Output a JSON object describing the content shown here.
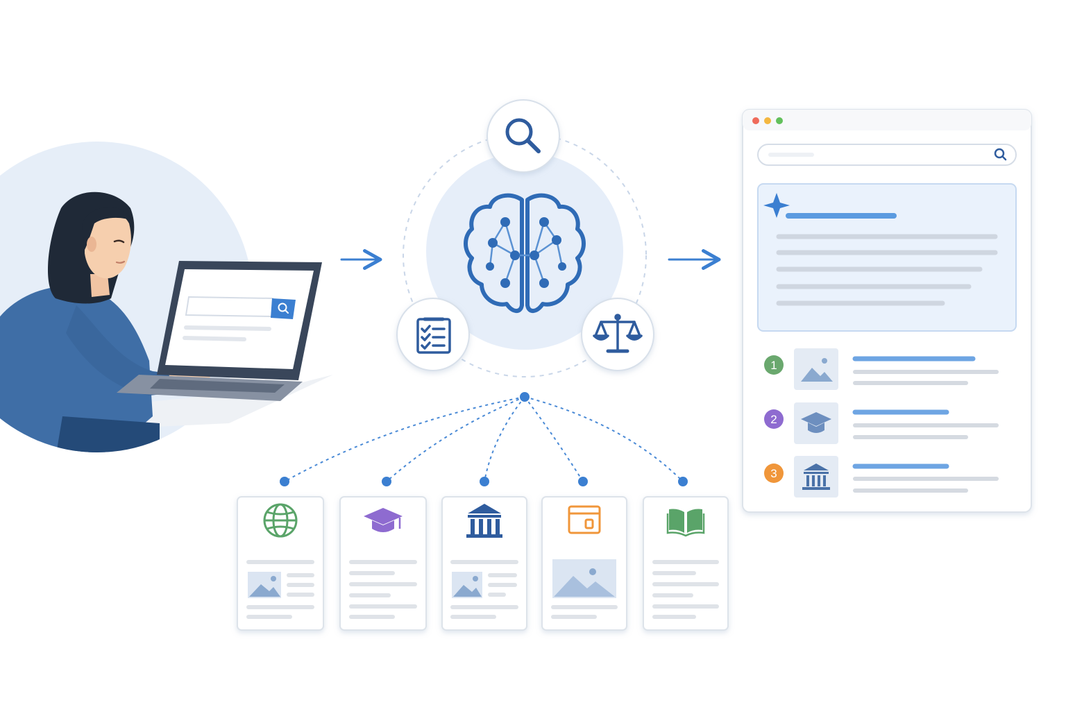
{
  "results_panel": {
    "ranked_results": [
      {
        "rank": "1",
        "rank_color": "#6aa86e",
        "thumbnail_icon": "image-icon"
      },
      {
        "rank": "2",
        "rank_color": "#8e6bd0",
        "thumbnail_icon": "graduation-cap-icon"
      },
      {
        "rank": "3",
        "rank_color": "#f0963a",
        "thumbnail_icon": "institution-icon"
      }
    ]
  },
  "sources": [
    {
      "icon": "globe-icon",
      "color": "#5aa469"
    },
    {
      "icon": "graduation-cap-icon",
      "color": "#8e6bd0"
    },
    {
      "icon": "institution-icon",
      "color": "#2f5c9e"
    },
    {
      "icon": "browser-window-icon",
      "color": "#f0963a"
    },
    {
      "icon": "open-book-icon",
      "color": "#5aa469"
    }
  ],
  "process_icons": [
    "search-icon",
    "brain-network-icon",
    "checklist-icon",
    "balance-scale-icon"
  ],
  "colors": {
    "accent": "#3b7fd1",
    "primary_dark": "#2f5c9e",
    "window_dot_red": "#ef6b5b",
    "window_dot_yellow": "#f4b740",
    "window_dot_green": "#62c05b"
  }
}
